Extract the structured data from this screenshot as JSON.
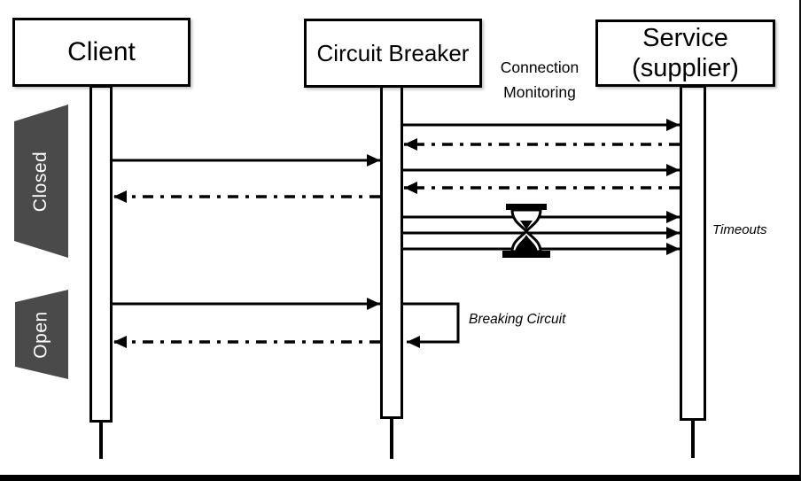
{
  "diagram_type": "sequence-diagram",
  "actors": [
    {
      "id": "client",
      "label": "Client"
    },
    {
      "id": "circuit_breaker",
      "label": "Circuit Breaker"
    },
    {
      "id": "service",
      "label": "Service (supplier)"
    }
  ],
  "states": [
    {
      "id": "closed",
      "label": "Closed"
    },
    {
      "id": "open",
      "label": "Open"
    }
  ],
  "annotations": {
    "connection_monitoring": "Connection Monitoring",
    "timeouts": "Timeouts",
    "breaking_circuit": "Breaking Circuit"
  },
  "icons": {
    "timeout_icon": "hourglass-icon"
  },
  "colors": {
    "state_band_fill": "#4a4a4a",
    "state_band_text": "#ffffff",
    "stroke": "#000000",
    "background": "#ffffff"
  },
  "messages": [
    {
      "from": "circuit_breaker",
      "to": "service",
      "style": "solid",
      "state": "closed"
    },
    {
      "from": "service",
      "to": "circuit_breaker",
      "style": "dashdot",
      "state": "closed"
    },
    {
      "from": "client",
      "to": "circuit_breaker",
      "style": "solid",
      "state": "closed"
    },
    {
      "from": "circuit_breaker",
      "to": "service",
      "style": "solid",
      "state": "closed"
    },
    {
      "from": "service",
      "to": "circuit_breaker",
      "style": "dashdot",
      "state": "closed"
    },
    {
      "from": "circuit_breaker",
      "to": "client",
      "style": "dashdot",
      "state": "closed"
    },
    {
      "from": "circuit_breaker",
      "to": "service",
      "style": "solid",
      "state": "closed",
      "annotation": "timeouts"
    },
    {
      "from": "circuit_breaker",
      "to": "service",
      "style": "solid",
      "state": "closed",
      "annotation": "timeouts"
    },
    {
      "from": "circuit_breaker",
      "to": "service",
      "style": "solid",
      "state": "closed",
      "annotation": "timeouts"
    },
    {
      "from": "client",
      "to": "circuit_breaker",
      "style": "solid",
      "state": "open"
    },
    {
      "from": "circuit_breaker",
      "to": "circuit_breaker",
      "style": "self",
      "state": "open",
      "annotation": "breaking_circuit"
    },
    {
      "from": "circuit_breaker",
      "to": "client",
      "style": "dashdot",
      "state": "open"
    }
  ]
}
